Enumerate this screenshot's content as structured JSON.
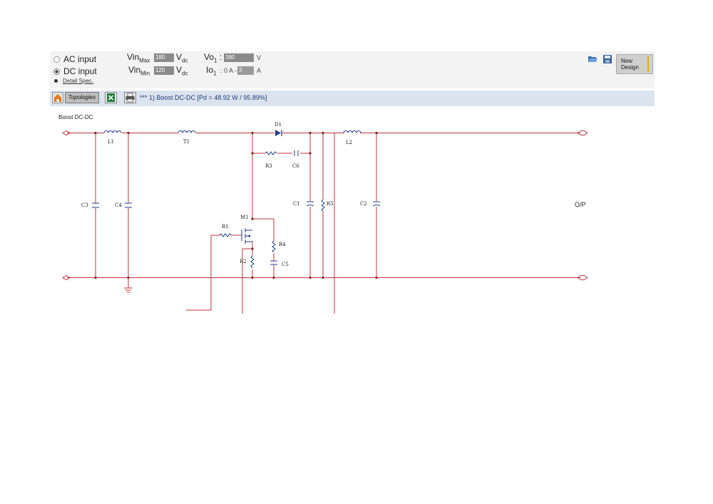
{
  "input_mode": {
    "options": [
      {
        "label": "AC input",
        "selected": false
      },
      {
        "label": "DC input",
        "selected": true
      }
    ],
    "detail_link": "Detail Spec."
  },
  "spec": {
    "vin_max": {
      "name": "Vin",
      "sub": "Max",
      "value": "180",
      "unit": "V",
      "unit_sub": "dc"
    },
    "vin_min": {
      "name": "Vin",
      "sub": "Min",
      "value": "120",
      "unit": "V",
      "unit_sub": "dc"
    },
    "vo1": {
      "name": "Vo",
      "sub": "1",
      "value": "380",
      "unit": "V"
    },
    "io1": {
      "name": "Io",
      "sub": "1",
      "prefix": ": 0 A -",
      "value": "3",
      "unit": "A"
    }
  },
  "actions": {
    "open": "folder-open-icon",
    "save": "save-disk-icon",
    "new_design": {
      "line1": "New",
      "line2": "Design"
    }
  },
  "toolbar": {
    "topologies_label": "Topologies",
    "status": "*** 1) Boost DC-DC [Pd = 48.92 W / 95.89%]"
  },
  "circuit": {
    "title": "Boost DC-DC",
    "labels": {
      "L1": "L1",
      "T1": "T1",
      "D1": "D1",
      "L2": "L2",
      "C3": "C3",
      "C4": "C4",
      "R3": "R3",
      "C6": "C6",
      "C1": "C1",
      "R5": "R5",
      "C2": "C2",
      "M1": "M1",
      "R1": "R1",
      "R4": "R4",
      "R2": "R2",
      "C5": "C5"
    },
    "output_label": "O/P"
  },
  "colors": {
    "wire": "#c0343e",
    "component": "#1f3a8a",
    "toolbar": "#dbe3ee",
    "input_field": "#8a8a8a"
  }
}
